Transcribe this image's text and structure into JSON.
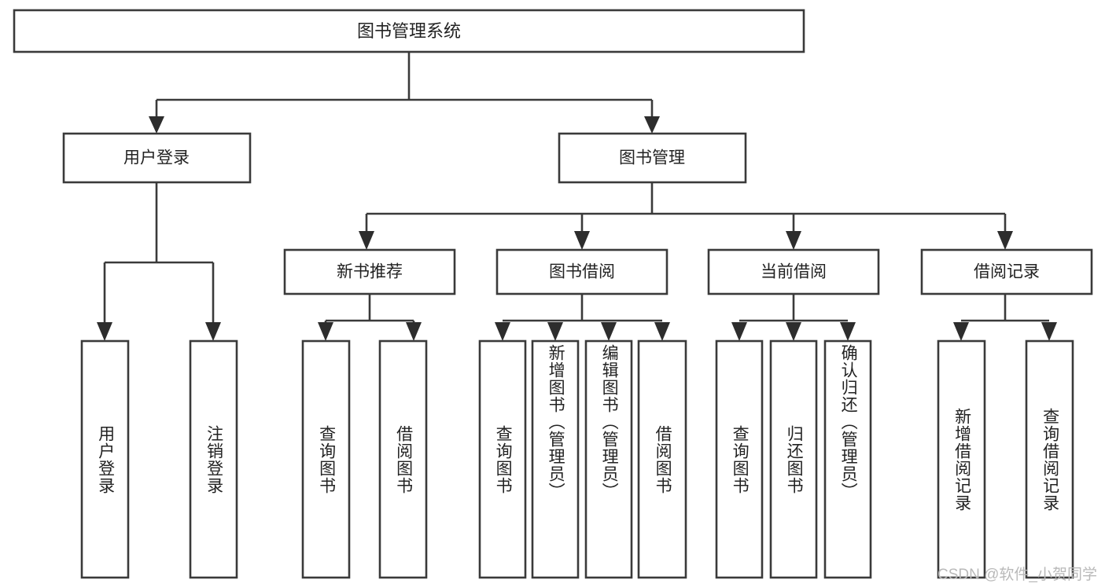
{
  "diagram": {
    "type": "tree",
    "title": "图书管理系统",
    "watermark": "CSDN @软件_小贺同学",
    "colors": {
      "box_stroke": "#3a3a3a",
      "box_fill": "#ffffff",
      "connector": "#3a3a3a",
      "text": "#222222",
      "watermark": "#b9b9b9",
      "background": "#ffffff"
    },
    "root": {
      "label": "图书管理系统",
      "level": 0
    },
    "level2": [
      {
        "label": "用户登录"
      },
      {
        "label": "图书管理"
      }
    ],
    "level3": [
      {
        "label": "新书推荐"
      },
      {
        "label": "图书借阅"
      },
      {
        "label": "当前借阅"
      },
      {
        "label": "借阅记录"
      }
    ],
    "leaves": {
      "user_login": [
        {
          "label": "用户登录"
        },
        {
          "label": "注销登录"
        }
      ],
      "new_book": [
        {
          "label": "查询图书"
        },
        {
          "label": "借阅图书"
        }
      ],
      "book_borrow": [
        {
          "label": "查询图书"
        },
        {
          "label": "新增图书（管理员）"
        },
        {
          "label": "编辑图书（管理员）"
        },
        {
          "label": "借阅图书"
        }
      ],
      "current_borrow": [
        {
          "label": "查询图书"
        },
        {
          "label": "归还图书"
        },
        {
          "label": "确认归还（管理员）"
        }
      ],
      "borrow_record": [
        {
          "label": "新增借阅记录"
        },
        {
          "label": "查询借阅记录"
        }
      ]
    }
  }
}
